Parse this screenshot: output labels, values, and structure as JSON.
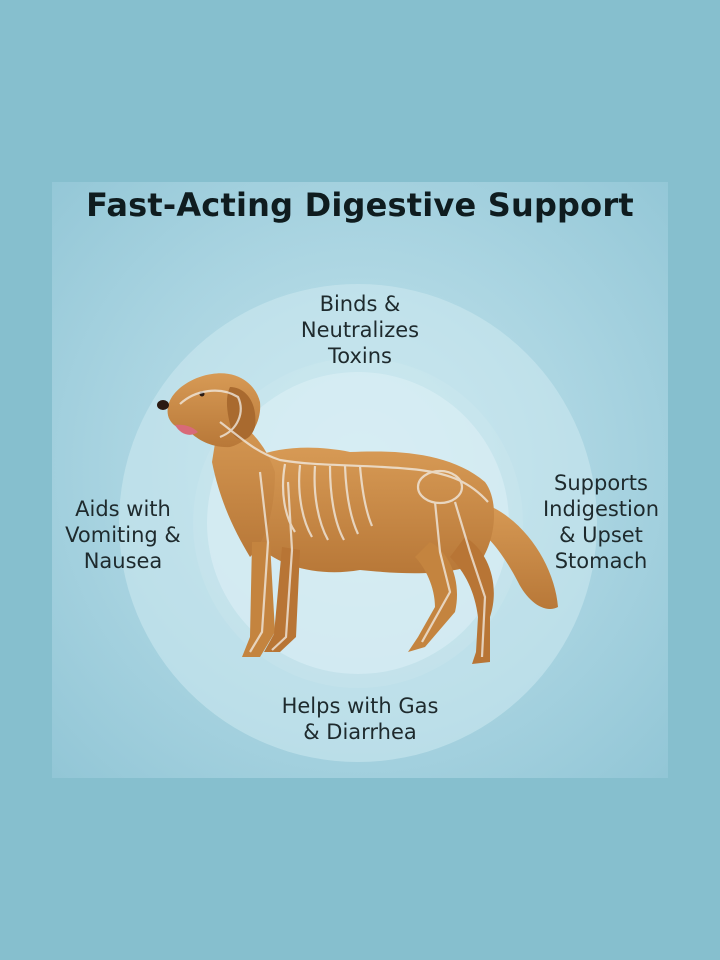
{
  "title": "Fast-Acting Digestive Support",
  "benefits": {
    "top": [
      "Binds &",
      "Neutralizes",
      "Toxins"
    ],
    "left": [
      "Aids with",
      "Vomiting &",
      "Nausea"
    ],
    "right": [
      "Supports",
      "Indigestion",
      "& Upset",
      "Stomach"
    ],
    "bottom": [
      "Helps with Gas",
      "& Diarrhea"
    ]
  },
  "colors": {
    "background": "#86bfce",
    "title": "#0f1c1f",
    "dog_coat": "#c98a4a",
    "skeleton": "#f3efe8"
  },
  "illustration": "golden-retriever-skeleton-overlay"
}
